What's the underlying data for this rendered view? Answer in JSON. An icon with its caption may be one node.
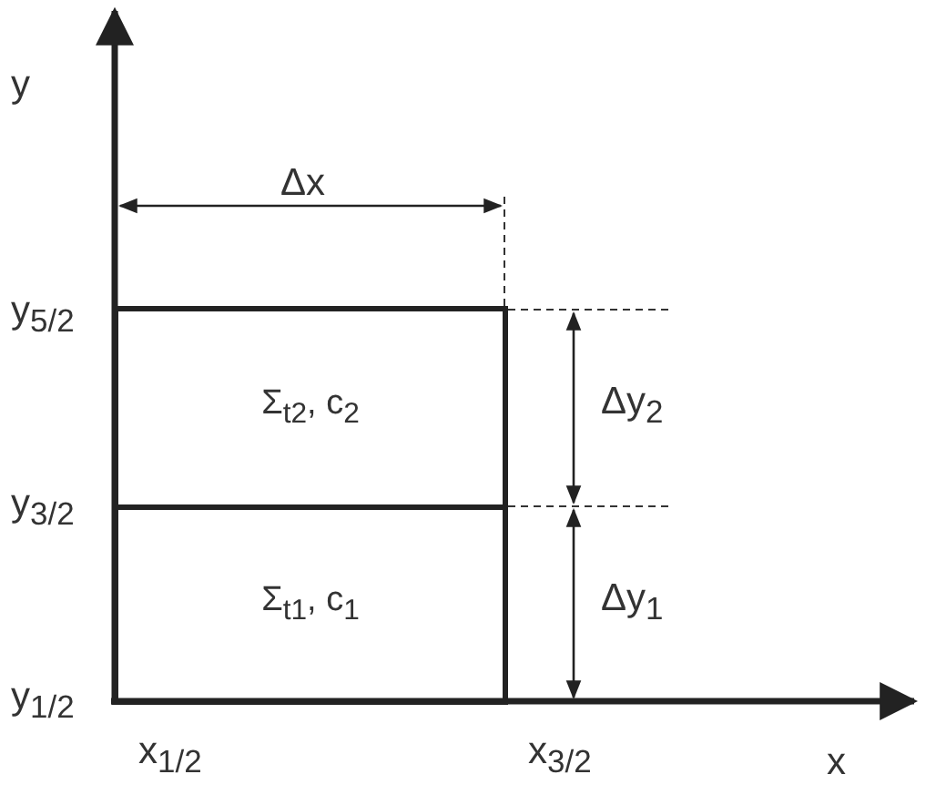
{
  "diagram": {
    "nodes": [
      {
        "text": [
          "Σ$_{t2}$, c$_{2}$"
        ]
      },
      {
        "text": [
          "Σ$_{t1}$, c$_{1}$"
        ]
      }
    ],
    "labels": [
      "y",
      "Δx",
      "y$_{5/2}$",
      "Δy$_{2}$",
      "y$_{3/2}$",
      "Δy$_{1}$",
      "y$_{1/2}$",
      "x$_{1/2}$",
      "x$_{3/2}$",
      "x"
    ]
  }
}
